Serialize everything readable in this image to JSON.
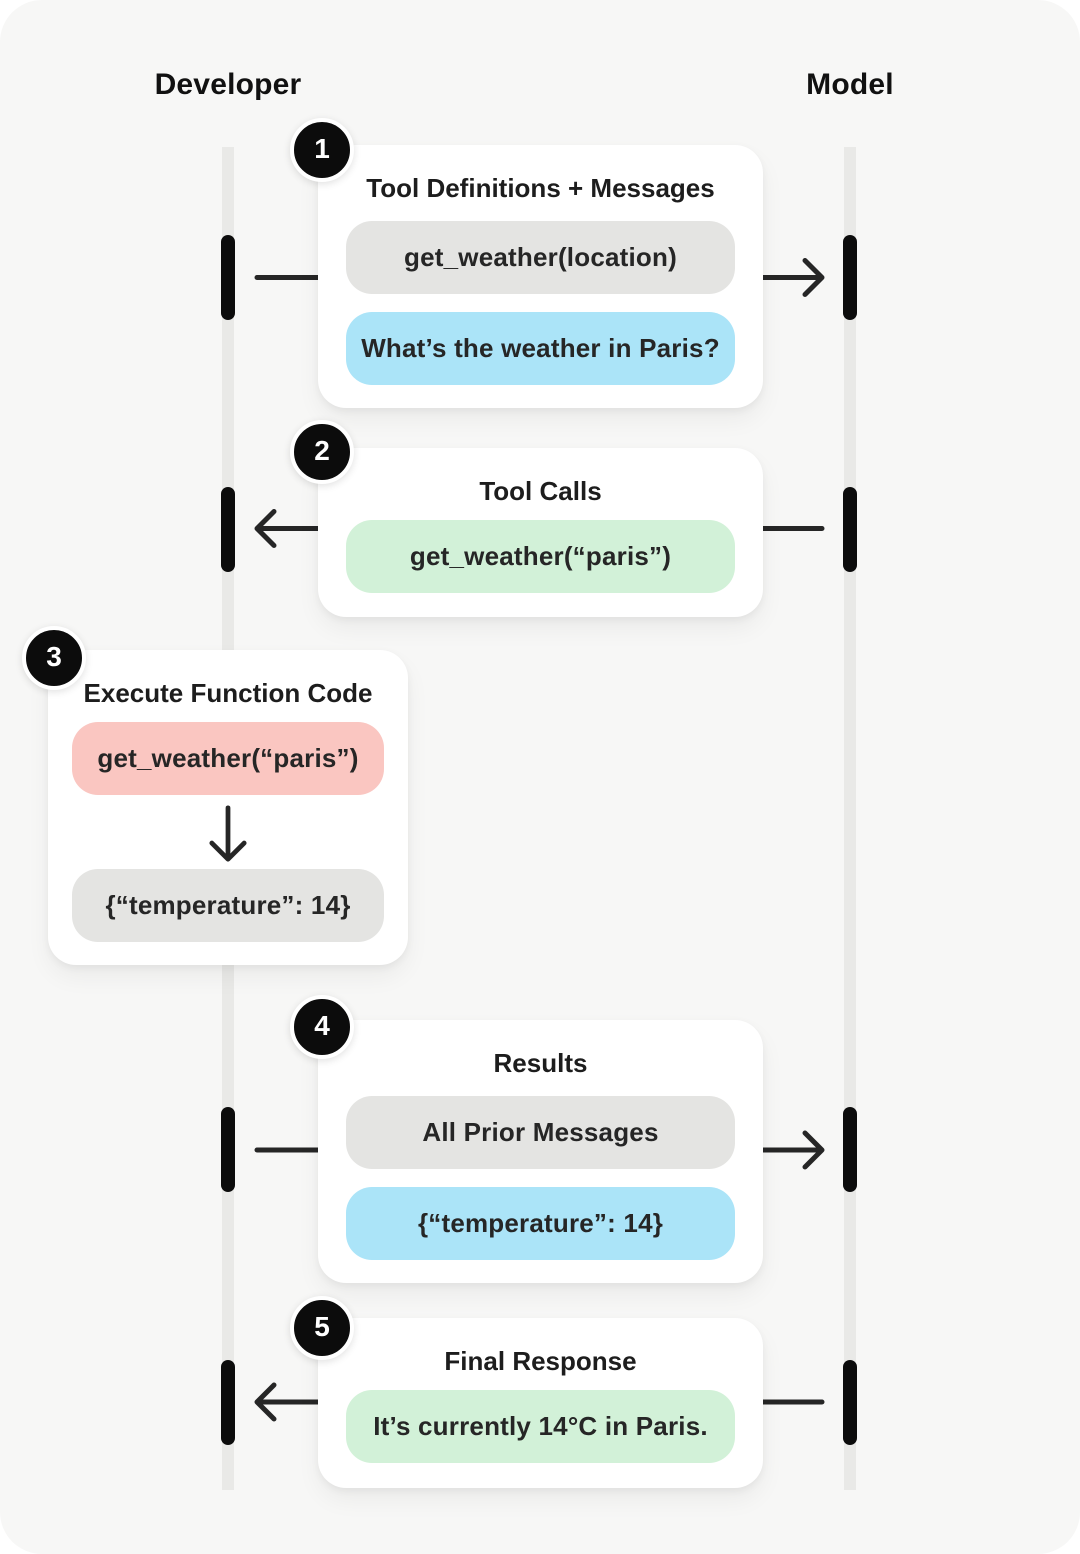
{
  "actors": [
    {
      "label": "Developer"
    },
    {
      "label": "Model"
    }
  ],
  "steps": [
    {
      "number": "1",
      "title": "Tool Definitions + Messages",
      "direction": "developer-to-model",
      "pills": [
        {
          "text": "get_weather(location)",
          "variant": "gray"
        },
        {
          "text": "What’s the weather in Paris?",
          "variant": "blue"
        }
      ]
    },
    {
      "number": "2",
      "title": "Tool Calls",
      "direction": "model-to-developer",
      "pills": [
        {
          "text": "get_weather(“paris”)",
          "variant": "green"
        }
      ]
    },
    {
      "number": "3",
      "title": "Execute Function Code",
      "direction": "internal-down",
      "pills": [
        {
          "text": "get_weather(“paris”)",
          "variant": "red"
        },
        {
          "text": "{“temperature”: 14}",
          "variant": "gray"
        }
      ]
    },
    {
      "number": "4",
      "title": "Results",
      "direction": "developer-to-model",
      "pills": [
        {
          "text": "All Prior Messages",
          "variant": "gray"
        },
        {
          "text": "{“temperature”: 14}",
          "variant": "blue"
        }
      ]
    },
    {
      "number": "5",
      "title": "Final Response",
      "direction": "model-to-developer",
      "pills": [
        {
          "text": "It’s currently 14°C in Paris.",
          "variant": "green"
        }
      ]
    }
  ],
  "colors": {
    "background": "#f7f7f6",
    "card": "#ffffff",
    "lifeline": "#e9e9e7",
    "activation_bar": "#0c0c0c",
    "arrow": "#262626",
    "badge_background": "#0c0c0c",
    "badge_text": "#ffffff",
    "text": "#1d1d1d",
    "pill_gray": "#e4e4e2",
    "pill_blue": "#abe4f8",
    "pill_green": "#d2f1d8",
    "pill_red": "#fac6c1"
  }
}
